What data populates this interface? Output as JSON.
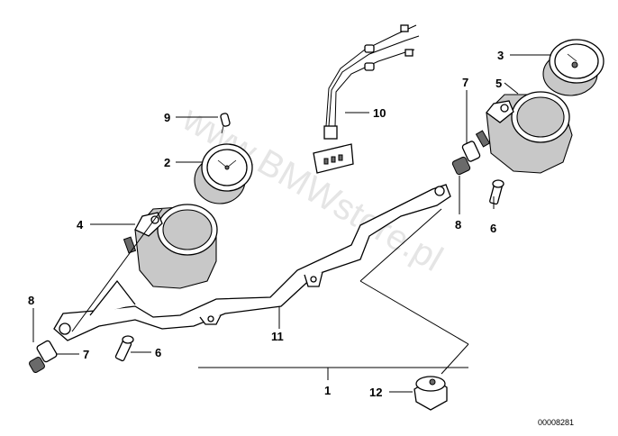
{
  "diagram": {
    "watermark": "www.BMWstore.pl",
    "reference": "00008281",
    "labels": {
      "l1": "1",
      "l2": "2",
      "l3": "3",
      "l4": "4",
      "l5": "5",
      "l6a": "6",
      "l6b": "6",
      "l7a": "7",
      "l7b": "7",
      "l8a": "8",
      "l8b": "8",
      "l9": "9",
      "l10": "10",
      "l11": "11",
      "l12": "12"
    }
  }
}
